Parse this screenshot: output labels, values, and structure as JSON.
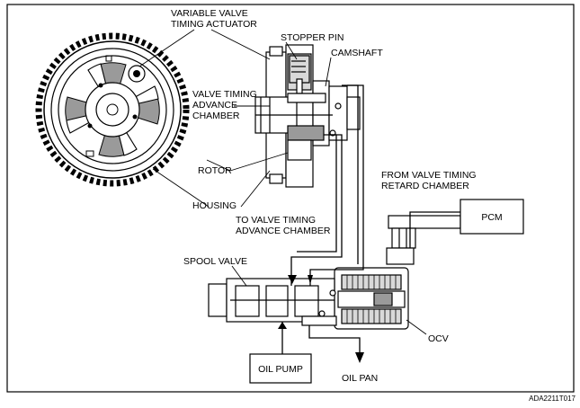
{
  "labels": {
    "vvt_actuator_1": "VARIABLE VALVE",
    "vvt_actuator_2": "TIMING ACTUATOR",
    "stopper_pin": "STOPPER PIN",
    "camshaft": "CAMSHAFT",
    "advance_chamber_1": "VALVE TIMING",
    "advance_chamber_2": "ADVANCE",
    "advance_chamber_3": "CHAMBER",
    "rotor": "ROTOR",
    "housing": "HOUSING",
    "from_retard_1": "FROM VALVE TIMING",
    "from_retard_2": "RETARD CHAMBER",
    "to_advance_1": "TO VALVE TIMING",
    "to_advance_2": "ADVANCE CHAMBER",
    "spool_valve": "SPOOL VALVE",
    "ocv": "OCV",
    "oil_pan": "OIL PAN"
  },
  "boxes": {
    "pcm": "PCM",
    "oil_pump": "OIL PUMP"
  },
  "figure_code": "ADA2211T017"
}
